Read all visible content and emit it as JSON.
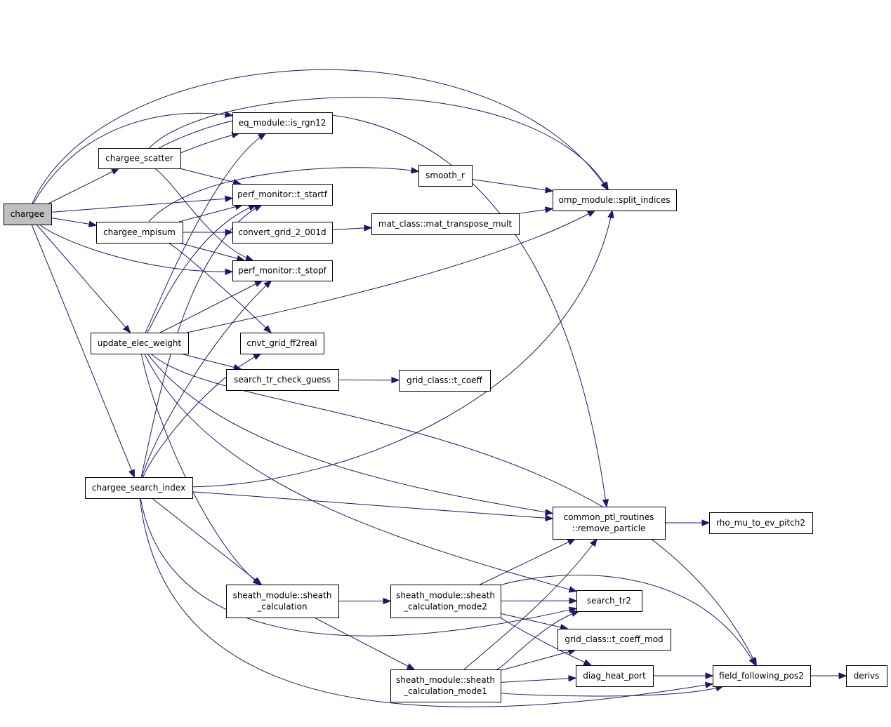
{
  "diagram": {
    "nodes": [
      {
        "id": "chargee",
        "lines": [
          "chargee"
        ],
        "root": true
      },
      {
        "id": "chargee_scatter",
        "lines": [
          "chargee_scatter"
        ]
      },
      {
        "id": "chargee_mpisum",
        "lines": [
          "chargee_mpisum"
        ]
      },
      {
        "id": "update_elec_weight",
        "lines": [
          "update_elec_weight"
        ]
      },
      {
        "id": "chargee_search_index",
        "lines": [
          "chargee_search_index"
        ]
      },
      {
        "id": "is_rgn12",
        "lines": [
          "eq_module::is_rgn12"
        ]
      },
      {
        "id": "t_startf",
        "lines": [
          "perf_monitor::t_startf"
        ]
      },
      {
        "id": "t_stopf",
        "lines": [
          "perf_monitor::t_stopf"
        ]
      },
      {
        "id": "convert_grid",
        "lines": [
          "convert_grid_2_001d"
        ]
      },
      {
        "id": "cnvt_grid",
        "lines": [
          "cnvt_grid_ff2real"
        ]
      },
      {
        "id": "search_tr_check",
        "lines": [
          "search_tr_check_guess"
        ]
      },
      {
        "id": "sheath_calc",
        "lines": [
          "sheath_module::sheath",
          "_calculation"
        ]
      },
      {
        "id": "smooth_r",
        "lines": [
          "smooth_r"
        ]
      },
      {
        "id": "mat_transpose",
        "lines": [
          "mat_class::mat_transpose_mult"
        ]
      },
      {
        "id": "grid_t_coeff",
        "lines": [
          "grid_class::t_coeff"
        ]
      },
      {
        "id": "sheath_mode2",
        "lines": [
          "sheath_module::sheath",
          "_calculation_mode2"
        ]
      },
      {
        "id": "sheath_mode1",
        "lines": [
          "sheath_module::sheath",
          "_calculation_mode1"
        ]
      },
      {
        "id": "split_indices",
        "lines": [
          "omp_module::split_indices"
        ]
      },
      {
        "id": "remove_particle",
        "lines": [
          "common_ptl_routines",
          "::remove_particle"
        ]
      },
      {
        "id": "search_tr2",
        "lines": [
          "search_tr2"
        ]
      },
      {
        "id": "t_coeff_mod",
        "lines": [
          "grid_class::t_coeff_mod"
        ]
      },
      {
        "id": "diag_heat_port",
        "lines": [
          "diag_heat_port"
        ]
      },
      {
        "id": "rho_mu",
        "lines": [
          "rho_mu_to_ev_pitch2"
        ]
      },
      {
        "id": "field_following",
        "lines": [
          "field_following_pos2"
        ]
      },
      {
        "id": "derivs",
        "lines": [
          "derivs"
        ]
      }
    ],
    "edges": [
      {
        "from": "chargee",
        "to": "chargee_scatter"
      },
      {
        "from": "chargee",
        "to": "chargee_mpisum"
      },
      {
        "from": "chargee",
        "to": "update_elec_weight"
      },
      {
        "from": "chargee",
        "to": "chargee_search_index"
      },
      {
        "from": "chargee",
        "to": "is_rgn12"
      },
      {
        "from": "chargee",
        "to": "t_startf"
      },
      {
        "from": "chargee",
        "to": "t_stopf"
      },
      {
        "from": "chargee",
        "to": "split_indices"
      },
      {
        "from": "chargee_scatter",
        "to": "is_rgn12"
      },
      {
        "from": "chargee_scatter",
        "to": "t_startf"
      },
      {
        "from": "chargee_scatter",
        "to": "t_stopf"
      },
      {
        "from": "chargee_scatter",
        "to": "split_indices"
      },
      {
        "from": "chargee_scatter",
        "to": "remove_particle"
      },
      {
        "from": "chargee_mpisum",
        "to": "t_startf"
      },
      {
        "from": "chargee_mpisum",
        "to": "t_stopf"
      },
      {
        "from": "chargee_mpisum",
        "to": "convert_grid"
      },
      {
        "from": "chargee_mpisum",
        "to": "cnvt_grid"
      },
      {
        "from": "chargee_mpisum",
        "to": "smooth_r"
      },
      {
        "from": "convert_grid",
        "to": "mat_transpose"
      },
      {
        "from": "mat_transpose",
        "to": "split_indices"
      },
      {
        "from": "smooth_r",
        "to": "split_indices"
      },
      {
        "from": "update_elec_weight",
        "to": "is_rgn12"
      },
      {
        "from": "update_elec_weight",
        "to": "t_startf"
      },
      {
        "from": "update_elec_weight",
        "to": "t_stopf"
      },
      {
        "from": "update_elec_weight",
        "to": "split_indices"
      },
      {
        "from": "update_elec_weight",
        "to": "search_tr_check"
      },
      {
        "from": "update_elec_weight",
        "to": "sheath_calc"
      },
      {
        "from": "update_elec_weight",
        "to": "remove_particle"
      },
      {
        "from": "update_elec_weight",
        "to": "search_tr2"
      },
      {
        "from": "update_elec_weight",
        "to": "field_following"
      },
      {
        "from": "search_tr_check",
        "to": "grid_t_coeff"
      },
      {
        "from": "chargee_search_index",
        "to": "t_startf"
      },
      {
        "from": "chargee_search_index",
        "to": "t_stopf"
      },
      {
        "from": "chargee_search_index",
        "to": "cnvt_grid"
      },
      {
        "from": "chargee_search_index",
        "to": "split_indices"
      },
      {
        "from": "chargee_search_index",
        "to": "remove_particle"
      },
      {
        "from": "chargee_search_index",
        "to": "sheath_calc"
      },
      {
        "from": "chargee_search_index",
        "to": "search_tr2"
      },
      {
        "from": "chargee_search_index",
        "to": "field_following"
      },
      {
        "from": "sheath_calc",
        "to": "sheath_mode2"
      },
      {
        "from": "sheath_calc",
        "to": "sheath_mode1"
      },
      {
        "from": "sheath_mode2",
        "to": "remove_particle"
      },
      {
        "from": "sheath_mode2",
        "to": "search_tr2"
      },
      {
        "from": "sheath_mode2",
        "to": "t_coeff_mod"
      },
      {
        "from": "sheath_mode2",
        "to": "diag_heat_port"
      },
      {
        "from": "sheath_mode2",
        "to": "field_following"
      },
      {
        "from": "sheath_mode1",
        "to": "remove_particle"
      },
      {
        "from": "sheath_mode1",
        "to": "search_tr2"
      },
      {
        "from": "sheath_mode1",
        "to": "t_coeff_mod"
      },
      {
        "from": "sheath_mode1",
        "to": "diag_heat_port"
      },
      {
        "from": "sheath_mode1",
        "to": "field_following"
      },
      {
        "from": "diag_heat_port",
        "to": "field_following"
      },
      {
        "from": "remove_particle",
        "to": "rho_mu"
      },
      {
        "from": "field_following",
        "to": "derivs"
      }
    ]
  }
}
